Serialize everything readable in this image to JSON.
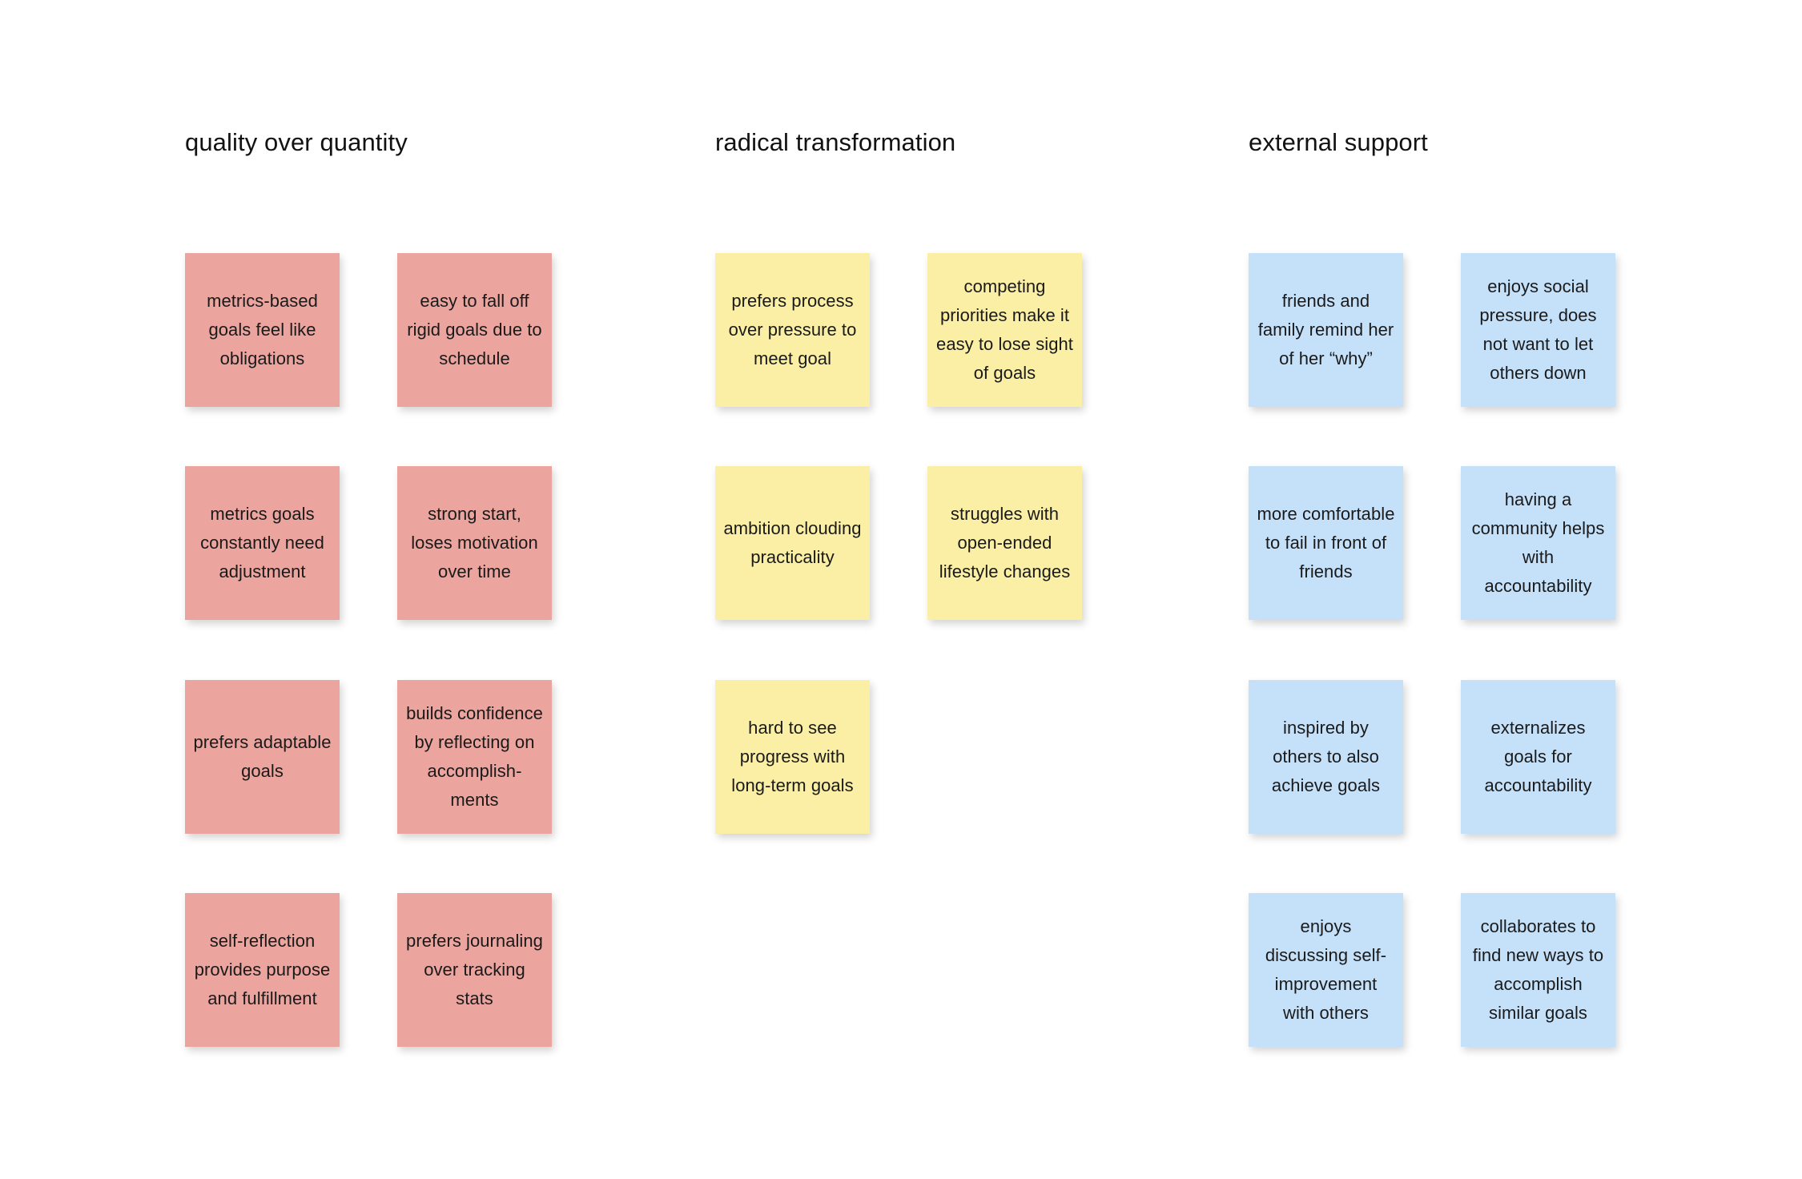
{
  "board": {
    "background_color": "#ffffff",
    "title": "affinity-map"
  },
  "columns": [
    {
      "title": "quality over quantity",
      "note_color": "#EBA49E",
      "notes": [
        {
          "text": "metrics-based goals feel like obligations",
          "col": 0,
          "row": 0
        },
        {
          "text": "easy to fall off rigid goals due to schedule",
          "col": 1,
          "row": 0
        },
        {
          "text": "metrics goals constantly need adjustment",
          "col": 0,
          "row": 1
        },
        {
          "text": "strong start, loses motivation over time",
          "col": 1,
          "row": 1
        },
        {
          "text": "prefers adaptable goals",
          "col": 0,
          "row": 2
        },
        {
          "text": "builds confidence by reflecting on accomplish-ments",
          "col": 1,
          "row": 2
        },
        {
          "text": "self-reflection provides purpose and fulfillment",
          "col": 0,
          "row": 3
        },
        {
          "text": "prefers journaling over tracking stats",
          "col": 1,
          "row": 3
        }
      ]
    },
    {
      "title": "radical transformation",
      "note_color": "#FAEFA4",
      "notes": [
        {
          "text": "prefers process over pressure to meet goal",
          "col": 0,
          "row": 0
        },
        {
          "text": "competing priorities make it easy to lose sight of goals",
          "col": 1,
          "row": 0
        },
        {
          "text": "ambition clouding practicality",
          "col": 0,
          "row": 1
        },
        {
          "text": "struggles with open-ended lifestyle changes",
          "col": 1,
          "row": 1
        },
        {
          "text": "hard to see progress with long-term goals",
          "col": 0,
          "row": 2
        }
      ]
    },
    {
      "title": "external support",
      "note_color": "#C5E1FA",
      "notes": [
        {
          "text": "friends and family remind her of her “why”",
          "col": 0,
          "row": 0
        },
        {
          "text": "enjoys social pressure, does not want to let others down",
          "col": 1,
          "row": 0
        },
        {
          "text": "more comfortable to fail in front of friends",
          "col": 0,
          "row": 1
        },
        {
          "text": "having a community helps with accountability",
          "col": 1,
          "row": 1
        },
        {
          "text": "inspired by others to also achieve goals",
          "col": 0,
          "row": 2
        },
        {
          "text": "externalizes goals for accountability",
          "col": 1,
          "row": 2
        },
        {
          "text": "enjoys discussing self-improvement with others",
          "col": 0,
          "row": 3
        },
        {
          "text": "collaborates to find new ways to accomplish similar goals",
          "col": 1,
          "row": 3
        }
      ]
    }
  ]
}
